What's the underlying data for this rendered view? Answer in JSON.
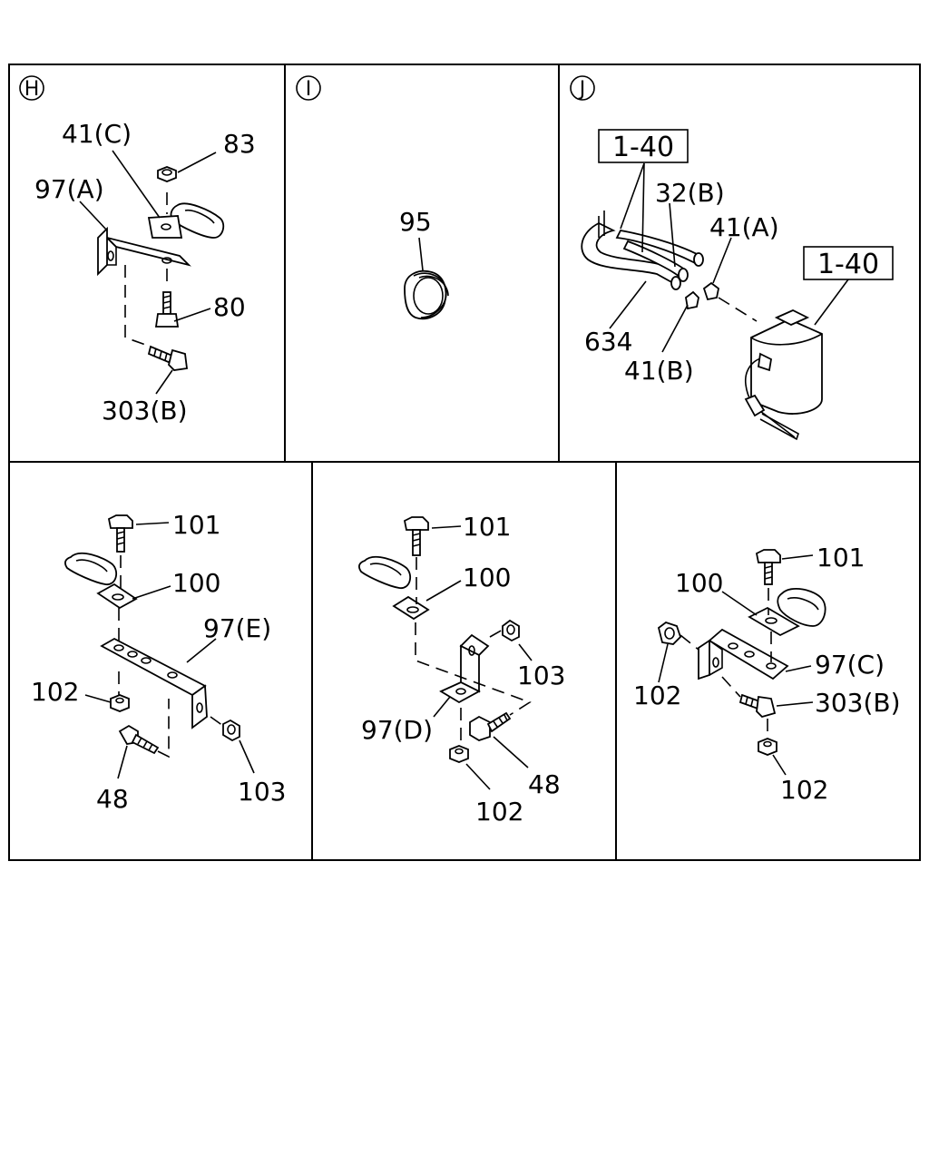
{
  "panels": {
    "H": {
      "marker": "H",
      "labels": [
        "41(C)",
        "83",
        "97(A)",
        "80",
        "303(B)"
      ]
    },
    "I": {
      "marker": "I",
      "labels": [
        "95"
      ]
    },
    "J": {
      "marker": "J",
      "refs": [
        "1-40",
        "1-40"
      ],
      "labels": [
        "32(B)",
        "41(A)",
        "634",
        "41(B)"
      ]
    },
    "K": {
      "labels": [
        "101",
        "100",
        "97(E)",
        "102",
        "103",
        "48"
      ]
    },
    "L": {
      "labels": [
        "101",
        "100",
        "103",
        "97(D)",
        "48",
        "102"
      ]
    },
    "M": {
      "labels": [
        "101",
        "100",
        "102",
        "97(C)",
        "303(B)",
        "102"
      ]
    }
  }
}
